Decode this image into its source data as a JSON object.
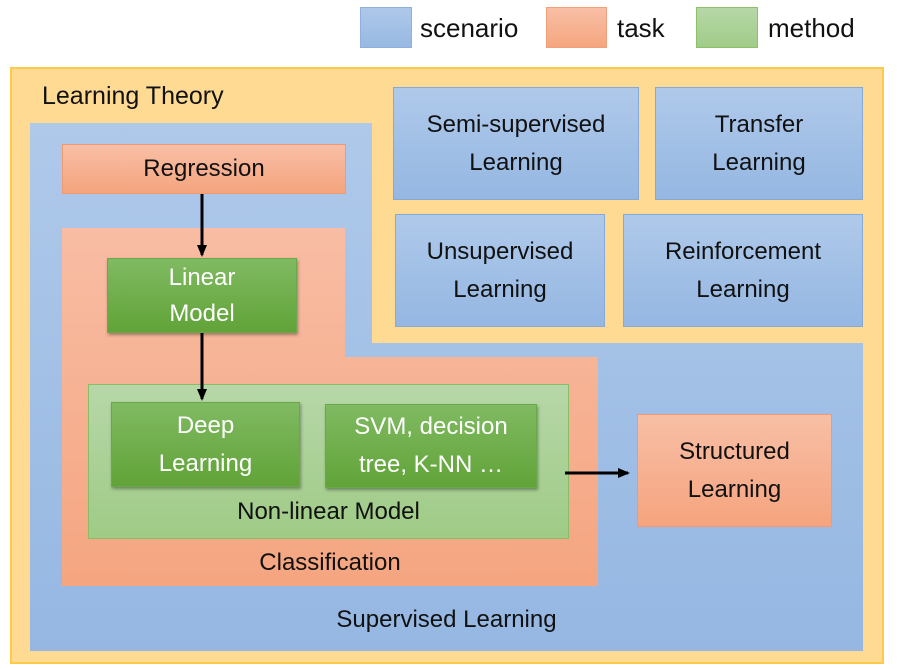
{
  "legend": {
    "items": [
      {
        "key": "scenario",
        "label": "scenario",
        "color": "#A9C4E8"
      },
      {
        "key": "task",
        "label": "task",
        "color": "#F6B193"
      },
      {
        "key": "method",
        "label": "method",
        "color": "#A9D18E"
      }
    ]
  },
  "learning_theory": {
    "label": "Learning Theory",
    "color": "#FFDA93"
  },
  "scenarios": {
    "supervised": {
      "label": "Supervised Learning"
    },
    "semi_supervised": {
      "line1": "Semi-supervised",
      "line2": "Learning"
    },
    "transfer": {
      "line1": "Transfer",
      "line2": "Learning"
    },
    "unsupervised": {
      "line1": "Unsupervised",
      "line2": "Learning"
    },
    "reinforcement": {
      "line1": "Reinforcement",
      "line2": "Learning"
    }
  },
  "tasks": {
    "regression": {
      "label": "Regression"
    },
    "classification": {
      "label": "Classification"
    },
    "structured": {
      "line1": "Structured",
      "line2": "Learning"
    }
  },
  "methods": {
    "linear_model": {
      "line1": "Linear",
      "line2": "Model"
    },
    "nonlinear_model": {
      "label": "Non-linear Model"
    },
    "deep_learning": {
      "line1": "Deep",
      "line2": "Learning"
    },
    "svm": {
      "line1": "SVM, decision",
      "line2": "tree, K-NN …"
    }
  },
  "edges": [
    {
      "from": "Regression",
      "to": "Linear Model"
    },
    {
      "from": "Linear Model",
      "to": "Deep Learning"
    },
    {
      "from": "Non-linear Model",
      "to": "Structured Learning"
    }
  ]
}
